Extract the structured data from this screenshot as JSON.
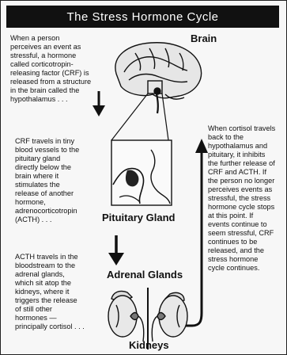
{
  "title": "The Stress Hormone Cycle",
  "labels": {
    "brain": "Brain",
    "pituitary": "Pituitary Gland",
    "adrenal": "Adrenal Glands",
    "kidneys": "Kidneys"
  },
  "paragraphs": {
    "intro": "When a person\nperceives an event as\nstressful, a hormone\ncalled corticotropin-\nreleasing factor (CRF) is\nreleased from a structure\nin the brain called the\nhypothalamus . . .",
    "crf": "CRF travels in tiny\nblood vessels to the\npituitary gland\ndirectly below the\nbrain where it\nstimulates the\nrelease of another\nhormone,\nadrenocorticotropin\n(ACTH) . . .",
    "acth": "ACTH travels in the\nbloodstream to the\nadrenal glands,\nwhich sit atop the\nkidneys, where it\ntriggers the release\nof still other\nhormones —\nprincipally cortisol . . .",
    "cortisol": "When cortisol travels\nback to the\nhypothalamus and\npituitary, it inhibits\nthe further release of\nCRF and ACTH. If\nthe person no longer\nperceives events as\nstressful, the stress\nhormone cycle stops\nat this point. If\nevents continue to\nseem stressful, CRF\ncontinues to be\nreleased, and the\nstress hormone\ncycle continues."
  }
}
